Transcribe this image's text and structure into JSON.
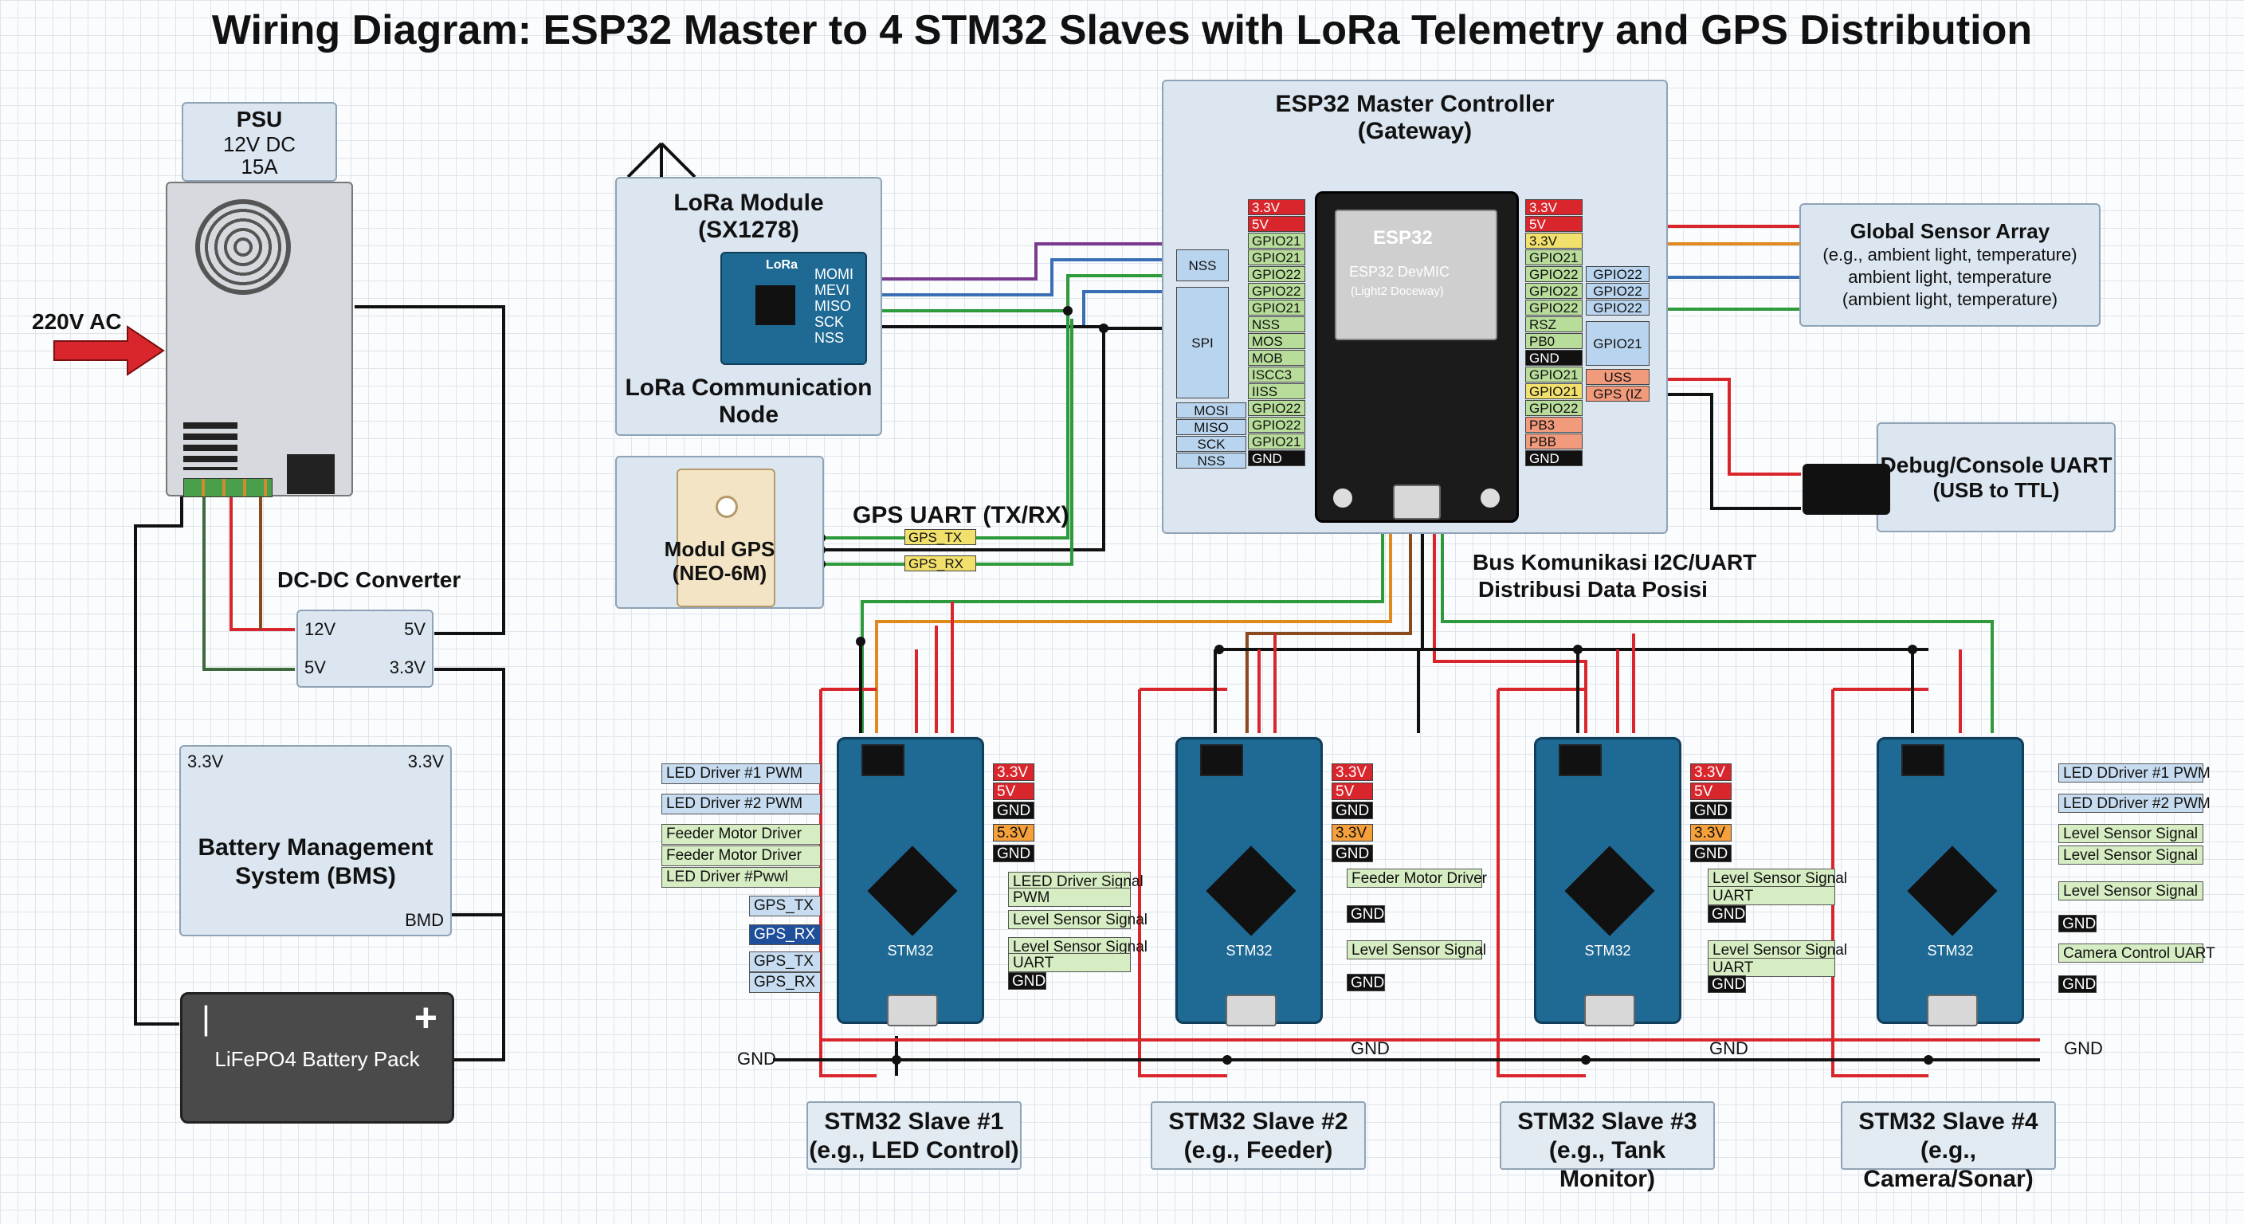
{
  "title": "Wiring Diagram: ESP32 Master to 4 STM32 Slaves with LoRa Telemetry and GPS Distribution",
  "psu": {
    "title": "PSU",
    "line1": "12V DC",
    "line2": "15A",
    "input": "220V AC"
  },
  "dcdc": {
    "title": "DC-DC Converter",
    "in12": "12V",
    "out5a": "5V",
    "in5": "5V",
    "out33": "3.3V"
  },
  "bms": {
    "title1": "Battery Management",
    "title2": "System (BMS)",
    "p1": "3.3V",
    "p2": "3.3V",
    "p3": "BMD"
  },
  "battery": {
    "label": "LiFePO4 Battery Pack",
    "neg": "|",
    "pos": "+"
  },
  "lora": {
    "title1": "LoRa Module",
    "title2": "(SX1278)",
    "foot1": "LoRa Communication",
    "foot2": "Node",
    "chip_label": "LoRa",
    "pins": [
      "MOMI",
      "MEVI",
      "MISO",
      "SCK",
      "NSS"
    ]
  },
  "gps": {
    "title1": "Modul GPS",
    "title2": "(NEO-6M)",
    "uart_label": "GPS UART (TX/RX)",
    "tx": "GPS_TX",
    "rx": "GPS_RX"
  },
  "esp32": {
    "title1": "ESP32 Master Controller",
    "title2": "(Gateway)",
    "chip1": "ESP32",
    "chip2": "ESP32 DevMIC",
    "chip3": "(Light2 Doceway)",
    "left_pins": [
      {
        "t": "3.3V",
        "c": "red"
      },
      {
        "t": "5V",
        "c": "red"
      },
      {
        "t": "GPIO21",
        "c": "green"
      },
      {
        "t": "GPIO21",
        "c": "green"
      },
      {
        "t": "GPIO22",
        "c": "green"
      },
      {
        "t": "GPIO22",
        "c": "green"
      },
      {
        "t": "GPIO21",
        "c": "green"
      },
      {
        "t": "NSS",
        "c": "green"
      },
      {
        "t": "MOS",
        "c": "green"
      },
      {
        "t": "MOB",
        "c": "green"
      },
      {
        "t": "ISCC3",
        "c": "green"
      },
      {
        "t": "IISS",
        "c": "green"
      },
      {
        "t": "GPIO22",
        "c": "green"
      },
      {
        "t": "GPIO22",
        "c": "green"
      },
      {
        "t": "GPIO21",
        "c": "green"
      },
      {
        "t": "GND",
        "c": "black"
      }
    ],
    "left_outer": [
      {
        "t": "NSS"
      },
      {
        "t": "SPI"
      },
      {
        "t": "MOSI"
      },
      {
        "t": "MISO"
      },
      {
        "t": "SCK"
      },
      {
        "t": "NSS"
      }
    ],
    "right_pins": [
      {
        "t": "3.3V",
        "c": "red"
      },
      {
        "t": "5V",
        "c": "red"
      },
      {
        "t": "3.3V",
        "c": "yellow"
      },
      {
        "t": "GPIO21",
        "c": "green"
      },
      {
        "t": "GPIO22",
        "c": "green"
      },
      {
        "t": "GPIO22",
        "c": "green"
      },
      {
        "t": "GPIO22",
        "c": "green"
      },
      {
        "t": "RSZ",
        "c": "green"
      },
      {
        "t": "PB0",
        "c": "green"
      },
      {
        "t": "GND",
        "c": "black"
      },
      {
        "t": "GPIO21",
        "c": "green"
      },
      {
        "t": "GPIO21",
        "c": "yellow"
      },
      {
        "t": "GPIO22",
        "c": "green"
      },
      {
        "t": "PB3",
        "c": "salmon"
      },
      {
        "t": "PBB",
        "c": "salmon"
      },
      {
        "t": "GND",
        "c": "black"
      }
    ],
    "right_outer": [
      {
        "t": "GPIO22"
      },
      {
        "t": "GPIO22"
      },
      {
        "t": "GPIO22"
      },
      {
        "t": "GPIO21"
      },
      {
        "t": "USS"
      },
      {
        "t": "GPS (IZ"
      }
    ]
  },
  "sensor": {
    "title": "Global Sensor Array",
    "l1": "(e.g., ambient light, temperature)",
    "l2": "ambient light, temperature",
    "l3": "(ambient light, temperature)"
  },
  "debug": {
    "title1": "Debug/Console UART",
    "title2": "(USB to TTL)"
  },
  "bus": {
    "l1": "Bus Komunikasi I2C/UART",
    "l2": "Distribusi Data Posisi"
  },
  "gnd": "GND",
  "slaves": [
    {
      "cap1": "STM32 Slave #1",
      "cap2": "(e.g., LED Control)",
      "left": [
        {
          "t": "LED Driver #1 PWM",
          "c": "blue"
        },
        {
          "t": "LED Driver #2 PWM",
          "c": "blue"
        },
        {
          "t": "Feeder Motor Driver",
          "c": "green"
        },
        {
          "t": "Feeder Motor Driver",
          "c": "green"
        },
        {
          "t": "LED Driver #Pwwl",
          "c": "green"
        },
        {
          "t": "GPS_TX",
          "c": "blue"
        },
        {
          "t": "GPS_RX",
          "c": "darkblue"
        },
        {
          "t": "GPS_TX",
          "c": "blue"
        },
        {
          "t": "GPS_RX",
          "c": "blue"
        }
      ],
      "pins": [
        {
          "t": "3.3V",
          "c": "red"
        },
        {
          "t": "5V",
          "c": "red"
        },
        {
          "t": "GND",
          "c": "black"
        },
        {
          "t": "5.3V",
          "c": "orange"
        },
        {
          "t": "GND",
          "c": "black"
        }
      ],
      "right": [
        {
          "t": "LEED Driver Signal",
          "c": "green"
        },
        {
          "t": "PWM",
          "c": "green"
        },
        {
          "t": "Level Sensor Signal",
          "c": "green"
        },
        {
          "t": "Level Sensor Signal",
          "c": "green"
        },
        {
          "t": "UART",
          "c": "green"
        },
        {
          "t": "GND",
          "c": "black"
        }
      ]
    },
    {
      "cap1": "STM32 Slave #2",
      "cap2": "(e.g., Feeder)",
      "left": [],
      "pins": [
        {
          "t": "3.3V",
          "c": "red"
        },
        {
          "t": "5V",
          "c": "red"
        },
        {
          "t": "GND",
          "c": "black"
        },
        {
          "t": "3.3V",
          "c": "orange"
        },
        {
          "t": "GND",
          "c": "black"
        }
      ],
      "right": [
        {
          "t": "Feeder Motor Driver",
          "c": "green"
        },
        {
          "t": "GND",
          "c": "black"
        },
        {
          "t": "Level Sensor Signal",
          "c": "green"
        },
        {
          "t": "GND",
          "c": "black"
        }
      ]
    },
    {
      "cap1": "STM32 Slave #3",
      "cap2": "(e.g., Tank Monitor)",
      "left": [],
      "pins": [
        {
          "t": "3.3V",
          "c": "red"
        },
        {
          "t": "5V",
          "c": "red"
        },
        {
          "t": "GND",
          "c": "black"
        },
        {
          "t": "3.3V",
          "c": "orange"
        },
        {
          "t": "GND",
          "c": "black"
        }
      ],
      "right": [
        {
          "t": "Level Sensor Signal",
          "c": "green"
        },
        {
          "t": "UART",
          "c": "green"
        },
        {
          "t": "GND",
          "c": "black"
        },
        {
          "t": "Level Sensor Signal",
          "c": "green"
        },
        {
          "t": "UART",
          "c": "green"
        },
        {
          "t": "GND",
          "c": "black"
        }
      ]
    },
    {
      "cap1": "STM32 Slave #4",
      "cap2": "(e.g., Camera/Sonar)",
      "left": [],
      "pins": [],
      "right": [
        {
          "t": "LED DDriver #1 PWM",
          "c": "blue"
        },
        {
          "t": "LED DDriver #2 PWM",
          "c": "blue"
        },
        {
          "t": "Level Sensor Signal",
          "c": "green"
        },
        {
          "t": "Level Sensor Signal",
          "c": "green"
        },
        {
          "t": "Level Sensor Signal",
          "c": "green"
        },
        {
          "t": "GND",
          "c": "black"
        },
        {
          "t": "Camera Control UART",
          "c": "green"
        },
        {
          "t": "GND",
          "c": "black"
        }
      ]
    }
  ],
  "board_label": "STM32",
  "colors": {
    "red": "#d9262c",
    "green": "#2f9a3c",
    "blue": "#3a6fb5",
    "purple": "#7a3b8f",
    "orange": "#e08a1e",
    "black": "#111111",
    "brown": "#8a4a1e"
  }
}
